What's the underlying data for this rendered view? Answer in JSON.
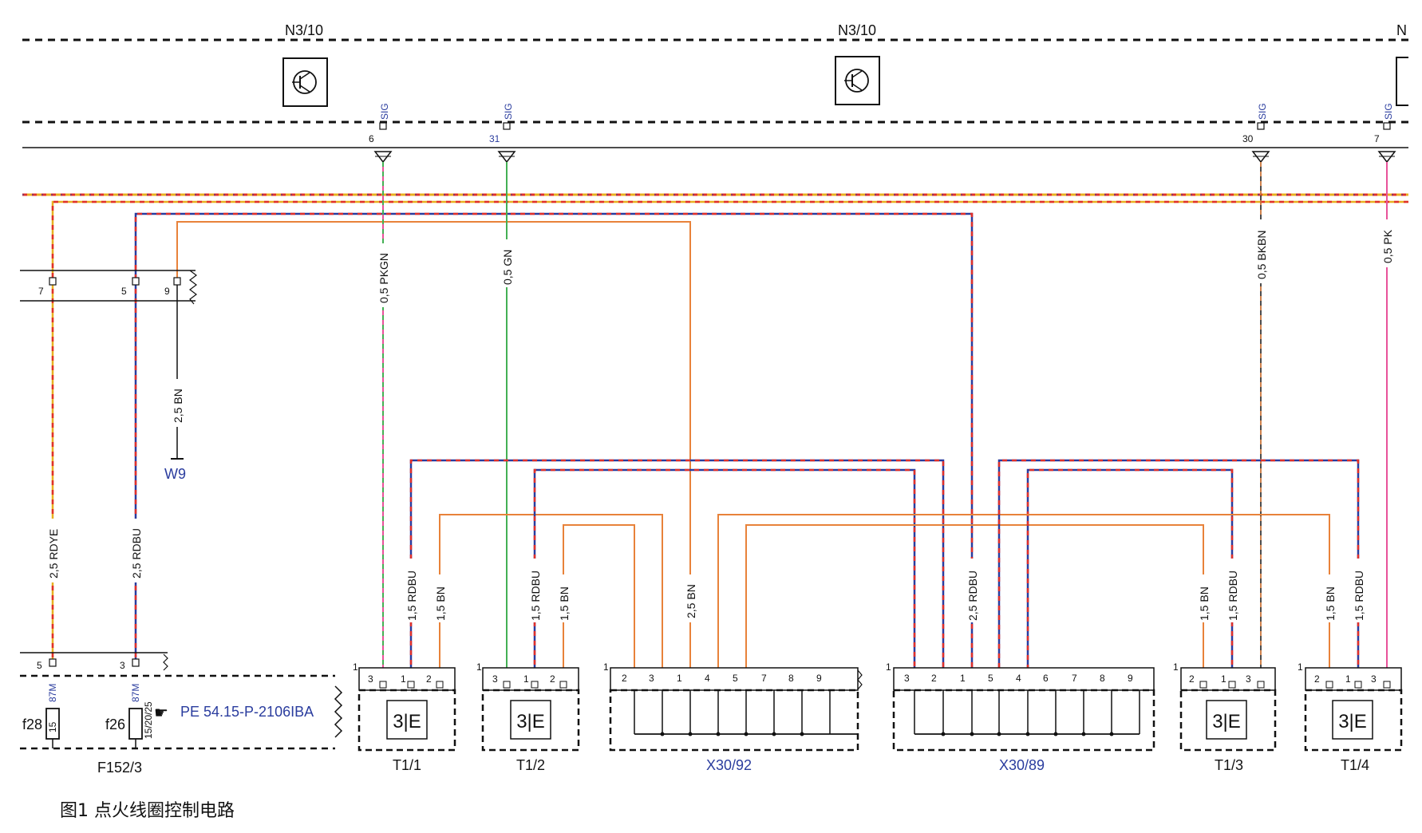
{
  "modules": {
    "left": "N3/10",
    "center": "N3/10",
    "right": "N"
  },
  "signal_label": "SIG",
  "ecu_pins": [
    "6",
    "31",
    "30",
    "7"
  ],
  "wires": {
    "pkgn": "0,5 PKGN",
    "gn": "0,5 GN",
    "bkbn": "0,5 BKBN",
    "pk": "0,5 PK",
    "bn_w9": "2,5 BN",
    "rdye": "2,5 RDYE",
    "rdbu_left": "2,5 RDBU",
    "rdbu_t11": "1,5 RDBU",
    "bn_t11": "1,5 BN",
    "rdbu_t12": "1,5 RDBU",
    "bn_t12": "1,5 BN",
    "bn_x3092": "2,5 BN",
    "rdbu_x3089": "2,5 RDBU",
    "bn_t13": "1,5 BN",
    "rdbu_t13": "1,5 RDBU",
    "bn_t14": "1,5 BN",
    "rdbu_t14": "1,5 RDBU"
  },
  "connector_top_pins": [
    "7",
    "5",
    "9"
  ],
  "connector_bottom_pins": [
    "5",
    "3"
  ],
  "relay_labels": [
    "87M",
    "87M"
  ],
  "fuses": {
    "f28": "f28",
    "f28_rating": "15",
    "f26": "f26",
    "f26_rating": "15/20/25"
  },
  "w9": "W9",
  "reference": "PE 54.15-P-2106IBA",
  "components": {
    "f152": "F152/3",
    "t11": "T1/1",
    "t12": "T1/2",
    "x3092": "X30/92",
    "x3089": "X30/89",
    "t13": "T1/3",
    "t14": "T1/4"
  },
  "pin_one": "1",
  "coil_pins": [
    "3",
    "1",
    "2"
  ],
  "coil_pins_alt": [
    "2",
    "1",
    "3"
  ],
  "x3092_pins": [
    "2",
    "3",
    "1",
    "4",
    "5",
    "7",
    "8",
    "9"
  ],
  "x3089_pins": [
    "3",
    "2",
    "1",
    "5",
    "4",
    "6",
    "7",
    "8",
    "9"
  ],
  "caption": "图1  点火线圈控制电路",
  "colors": {
    "red": "#e0302a",
    "blue": "#2a3c9e",
    "yellow": "#e8b020",
    "orange": "#e8823a",
    "green": "#44b054",
    "pink": "#e8529a",
    "black": "#111111"
  }
}
